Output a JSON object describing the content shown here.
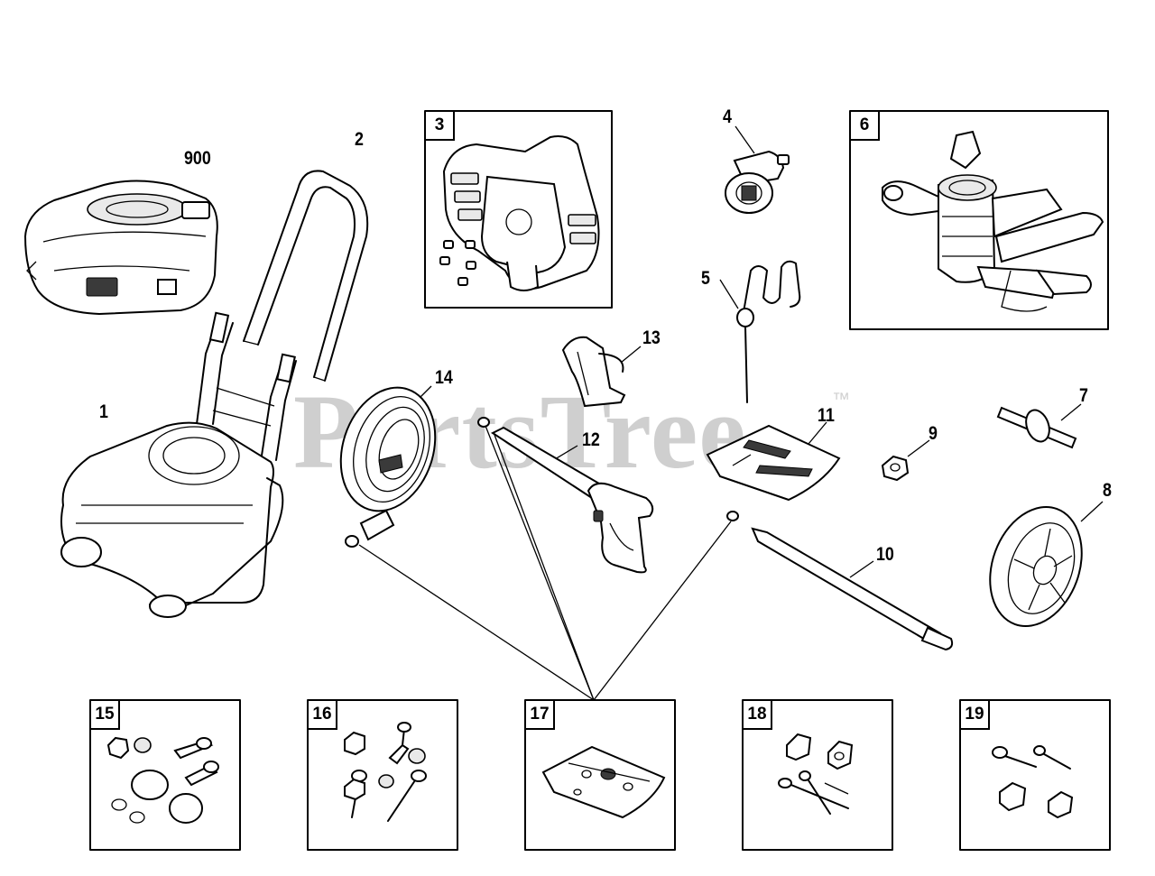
{
  "watermark": {
    "brand": "PartsTree",
    "mark": "™"
  },
  "callouts": [
    "900",
    "2",
    "4",
    "5",
    "13",
    "14",
    "1",
    "12",
    "11",
    "9",
    "7",
    "8",
    "10"
  ],
  "boxes": [
    "3",
    "6",
    "15",
    "16",
    "17",
    "18",
    "19"
  ]
}
